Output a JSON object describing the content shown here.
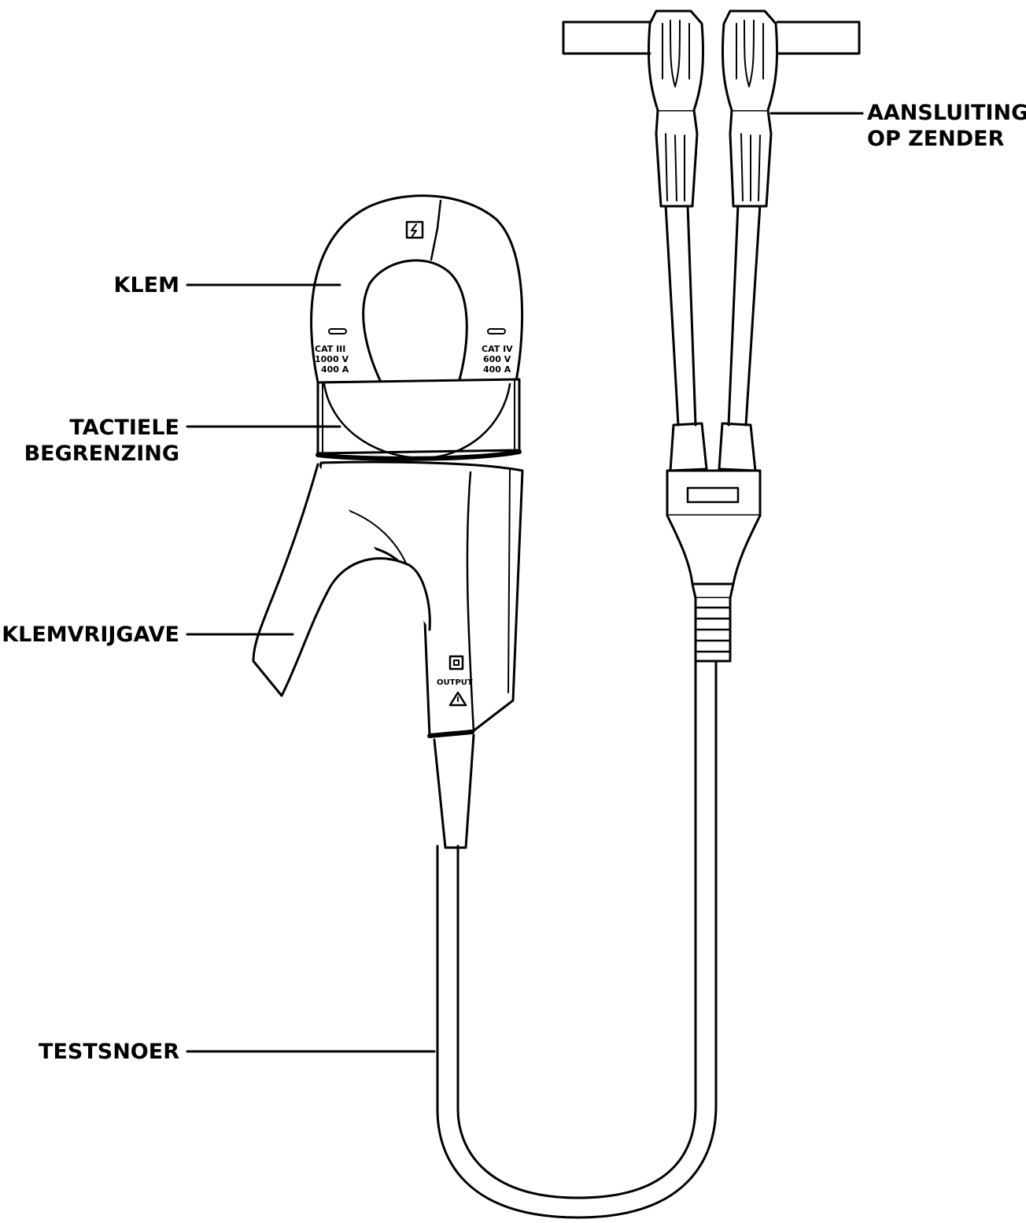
{
  "labels": {
    "klem": "KLEM",
    "tactiele_1": "TACTIELE",
    "tactiele_2": "BEGRENZING",
    "klemvrijgave": "KLEMVRIJGAVE",
    "testsnoer": "TESTSNOER",
    "aansluiting_1": "AANSLUITING",
    "aansluiting_2": "OP ZENDER"
  },
  "markings": {
    "cat_left_1": "CAT III",
    "cat_left_2": "1000 V",
    "cat_left_3": "400 A",
    "cat_right_1": "CAT IV",
    "cat_right_2": "600 V",
    "cat_right_3": "400 A",
    "output": "OUTPUT"
  },
  "icons": [
    "lightning-bolt-icon",
    "output-port-icon",
    "warning-triangle-icon"
  ],
  "colors": {
    "ink": "#000000",
    "paper": "#ffffff",
    "shade": "#e6e6e6"
  }
}
